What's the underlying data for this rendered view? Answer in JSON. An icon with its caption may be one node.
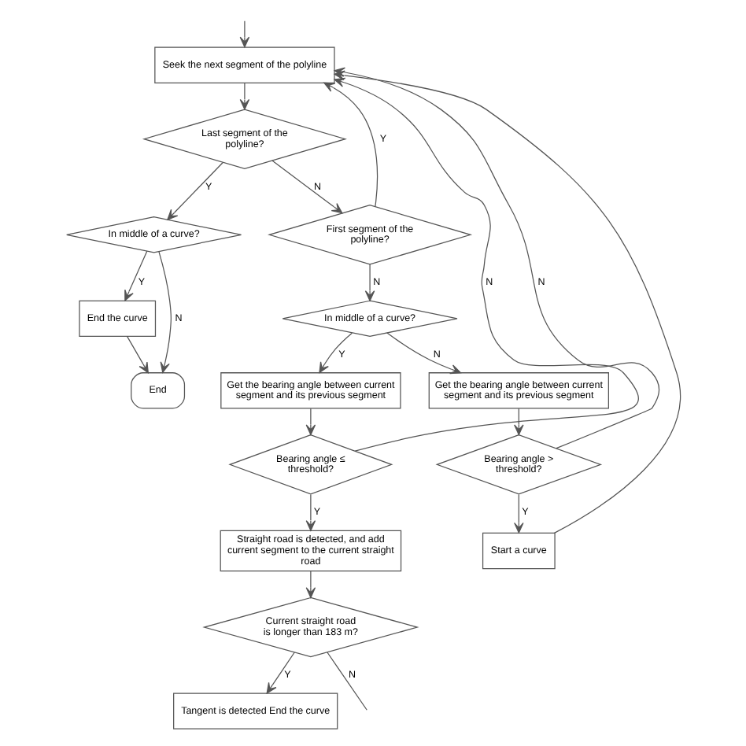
{
  "diagram": {
    "nodes": [
      {
        "text": [
          "Seek the next segment of the polyline"
        ]
      },
      {
        "text": [
          "Last segment of the polyline?"
        ]
      },
      {
        "text": [
          "In middle of a curve?"
        ]
      },
      {
        "text": [
          "End the curve"
        ]
      },
      {
        "text": [
          "End"
        ]
      },
      {
        "text": [
          "First segment of the polyline?"
        ]
      },
      {
        "text": [
          "In middle of a curve?"
        ]
      },
      {
        "text": [
          "Get the bearing angle between current segment and its previous segment"
        ]
      },
      {
        "text": [
          "Bearing angle ≤ threshold?"
        ]
      },
      {
        "text": [
          "Straight road is detected, and add current segment to the current straight road"
        ]
      },
      {
        "text": [
          "Current straight road is longer than 183 m?"
        ]
      },
      {
        "text": [
          "Tangent is detected End the curve"
        ]
      },
      {
        "text": [
          "Get the bearing angle between current segment and its previous segment"
        ]
      },
      {
        "text": [
          "Bearing angle > threshold?"
        ]
      },
      {
        "text": [
          "Start a curve"
        ]
      }
    ],
    "edges": [
      {
        "from": null,
        "to": 0,
        "arrow": "to"
      },
      {
        "from": 0,
        "to": 1,
        "arrow": "to"
      },
      {
        "from": 1,
        "to": 2,
        "label": "Y",
        "arrow": "to"
      },
      {
        "from": 1,
        "to": 5,
        "label": "N",
        "arrow": "to"
      },
      {
        "from": 2,
        "to": 3,
        "label": "Y",
        "arrow": "to"
      },
      {
        "from": 2,
        "to": 4,
        "label": "N",
        "arrow": "to"
      },
      {
        "from": 3,
        "to": 4,
        "arrow": "to"
      },
      {
        "from": 5,
        "to": 0,
        "label": "Y",
        "arrow": "to"
      },
      {
        "from": 5,
        "to": 6,
        "label": "N",
        "arrow": "to"
      },
      {
        "from": 6,
        "to": 7,
        "label": "Y",
        "arrow": "to"
      },
      {
        "from": 6,
        "to": 12,
        "label": "N",
        "arrow": "to"
      },
      {
        "from": 7,
        "to": 8,
        "arrow": "to"
      },
      {
        "from": 8,
        "to": 9,
        "label": "Y",
        "arrow": "to"
      },
      {
        "from": 8,
        "to": 0,
        "label": "N",
        "arrow": "to"
      },
      {
        "from": 9,
        "to": 10,
        "arrow": "to"
      },
      {
        "from": 10,
        "to": 11,
        "label": "Y",
        "arrow": "to"
      },
      {
        "from": 10,
        "to": null,
        "label": "N",
        "arrow": "none"
      },
      {
        "from": 12,
        "to": 13,
        "arrow": "to"
      },
      {
        "from": 13,
        "to": 14,
        "label": "Y",
        "arrow": "to"
      },
      {
        "from": 13,
        "to": 0,
        "label": "N",
        "arrow": "to"
      },
      {
        "from": 14,
        "to": 0,
        "arrow": "to"
      }
    ]
  }
}
